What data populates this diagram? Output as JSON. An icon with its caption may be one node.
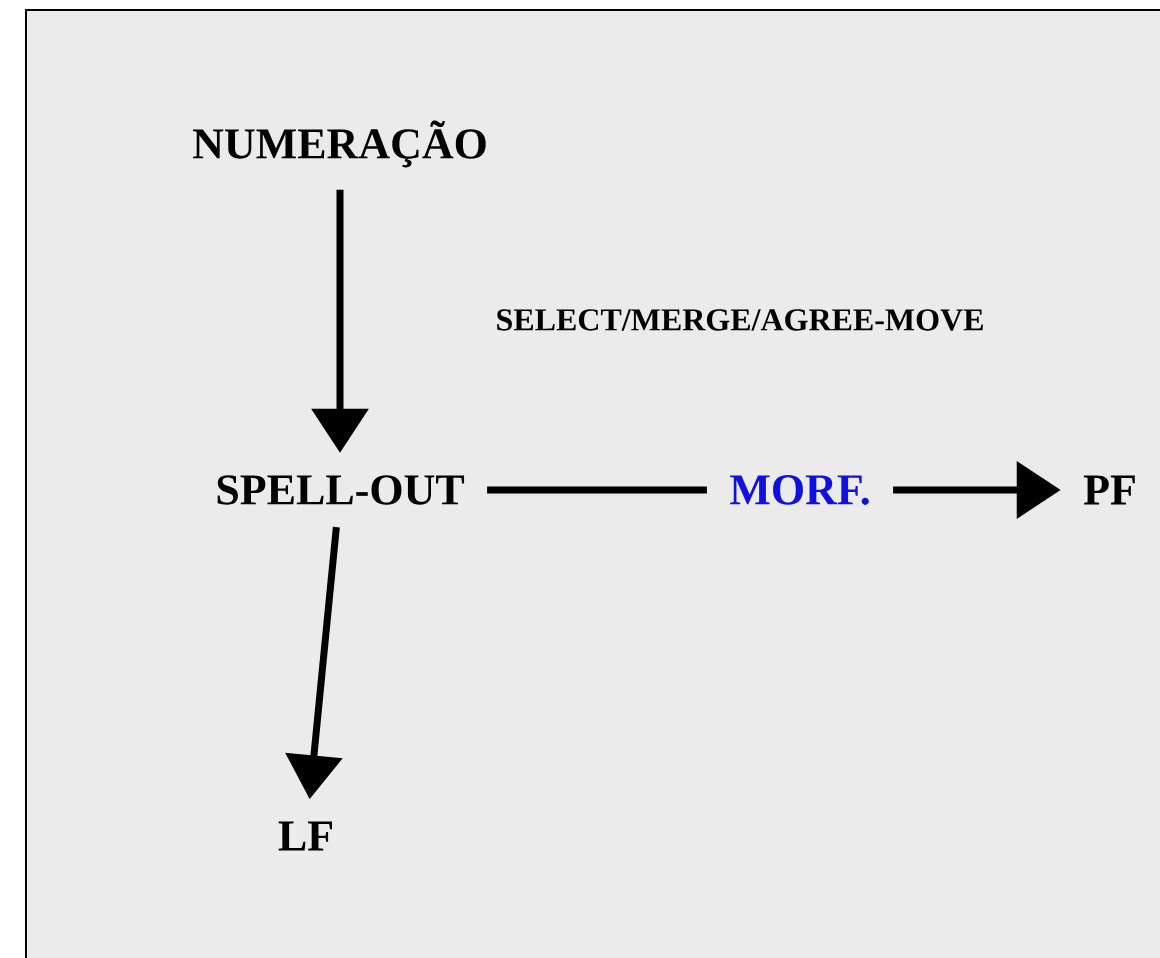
{
  "diagram": {
    "nodes": [
      {
        "text": [
          "NUMERAÇÃO"
        ]
      },
      {
        "text": [
          "SPELL-OUT"
        ]
      },
      {
        "text": [
          "MORF."
        ]
      },
      {
        "text": [
          "PF"
        ]
      },
      {
        "text": [
          "LF"
        ]
      }
    ],
    "edges": [
      {
        "from": 0,
        "to": 1,
        "arrow": "to",
        "label": "SELECT/MERGE/AGREE-MOVE"
      },
      {
        "from": 1,
        "to": 2,
        "arrow": "none"
      },
      {
        "from": 2,
        "to": 3,
        "arrow": "to"
      },
      {
        "from": 1,
        "to": 4,
        "arrow": "to"
      }
    ]
  }
}
